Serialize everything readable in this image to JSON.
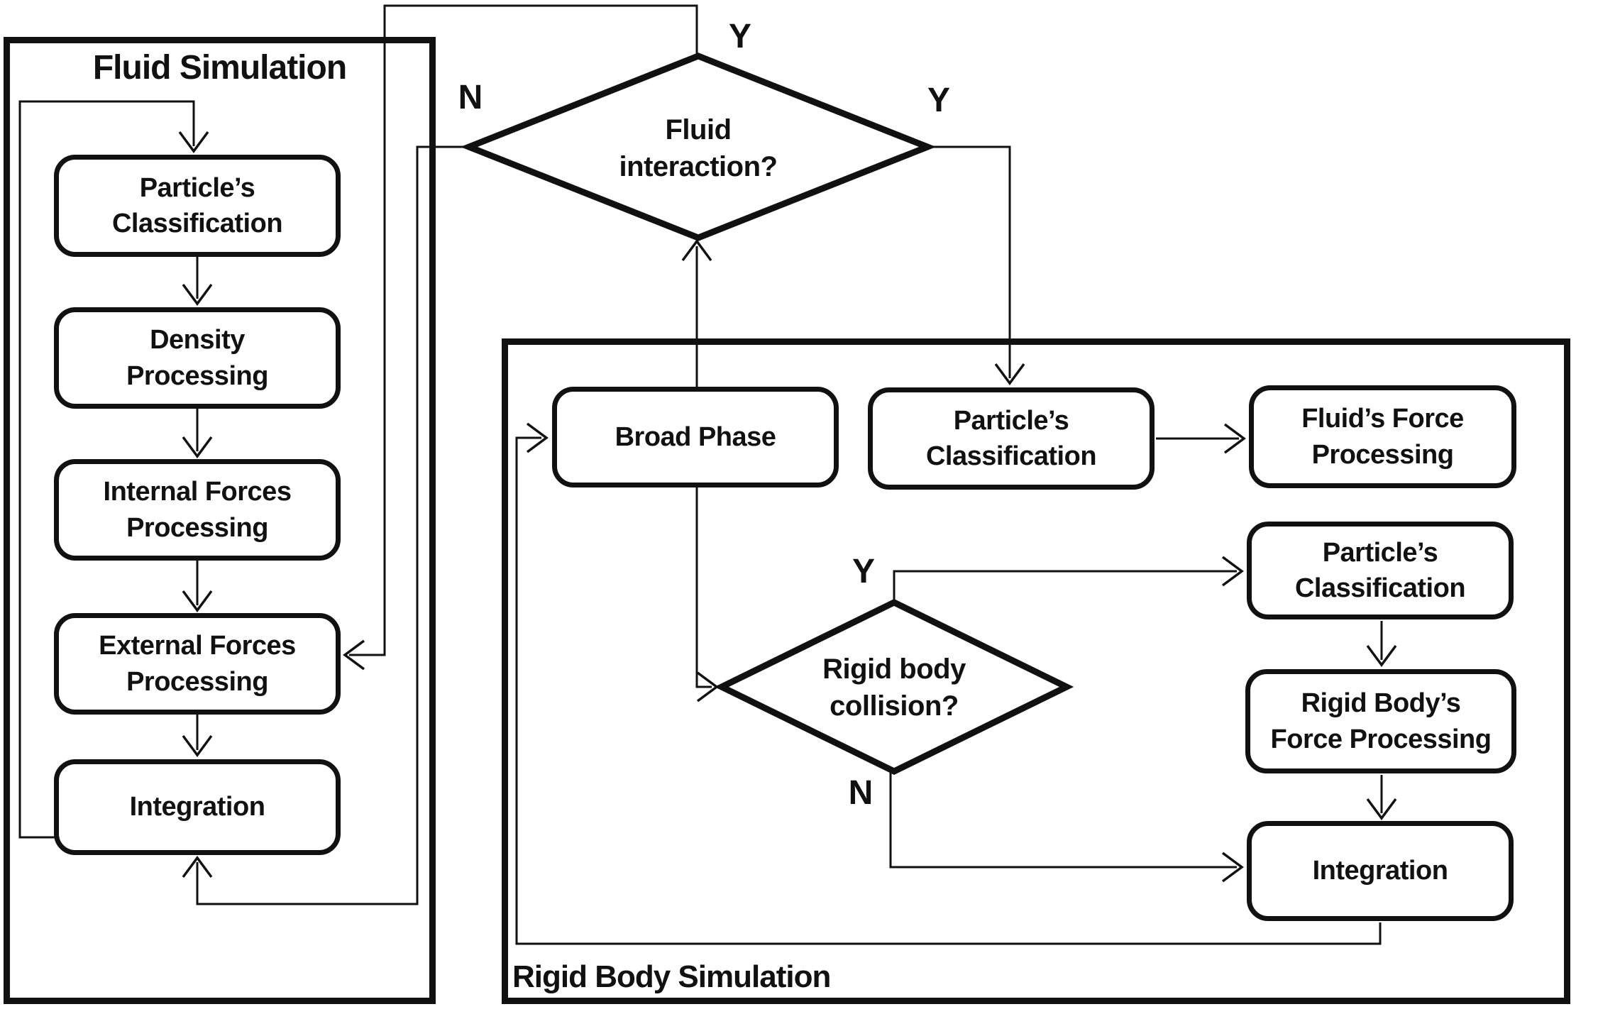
{
  "colors": {
    "ink": "#111111",
    "background": "#ffffff"
  },
  "fluid_section": {
    "title": "Fluid Simulation",
    "nodes": [
      {
        "id": "particles-classification",
        "lines": [
          "Particle’s",
          "Classification"
        ]
      },
      {
        "id": "density-processing",
        "lines": [
          "Density",
          "Processing"
        ]
      },
      {
        "id": "internal-forces-processing",
        "lines": [
          "Internal Forces",
          "Processing"
        ]
      },
      {
        "id": "external-forces-processing",
        "lines": [
          "External Forces",
          "Processing"
        ]
      },
      {
        "id": "integration",
        "lines": [
          "Integration"
        ]
      }
    ]
  },
  "decisions": [
    {
      "id": "fluid-interaction",
      "lines": [
        "Fluid",
        "interaction?"
      ],
      "branch_labels": {
        "yes_top": "Y",
        "yes_right": "Y",
        "no": "N"
      }
    },
    {
      "id": "rigid-body-collision",
      "lines": [
        "Rigid body",
        "collision?"
      ],
      "branch_labels": {
        "yes": "Y",
        "no": "N"
      }
    }
  ],
  "rigid_section": {
    "title": "Rigid Body Simulation",
    "nodes": [
      {
        "id": "broad-phase",
        "lines": [
          "Broad Phase"
        ]
      },
      {
        "id": "particles-classification-fluid",
        "lines": [
          "Particle’s",
          "Classification"
        ]
      },
      {
        "id": "fluids-force-processing",
        "lines": [
          "Fluid’s Force",
          "Processing"
        ]
      },
      {
        "id": "particles-classification-collision",
        "lines": [
          "Particle’s",
          "Classification"
        ]
      },
      {
        "id": "rigid-bodys-force-processing",
        "lines": [
          "Rigid Body’s",
          "Force Processing"
        ]
      },
      {
        "id": "integration-rigid",
        "lines": [
          "Integration"
        ]
      }
    ]
  }
}
